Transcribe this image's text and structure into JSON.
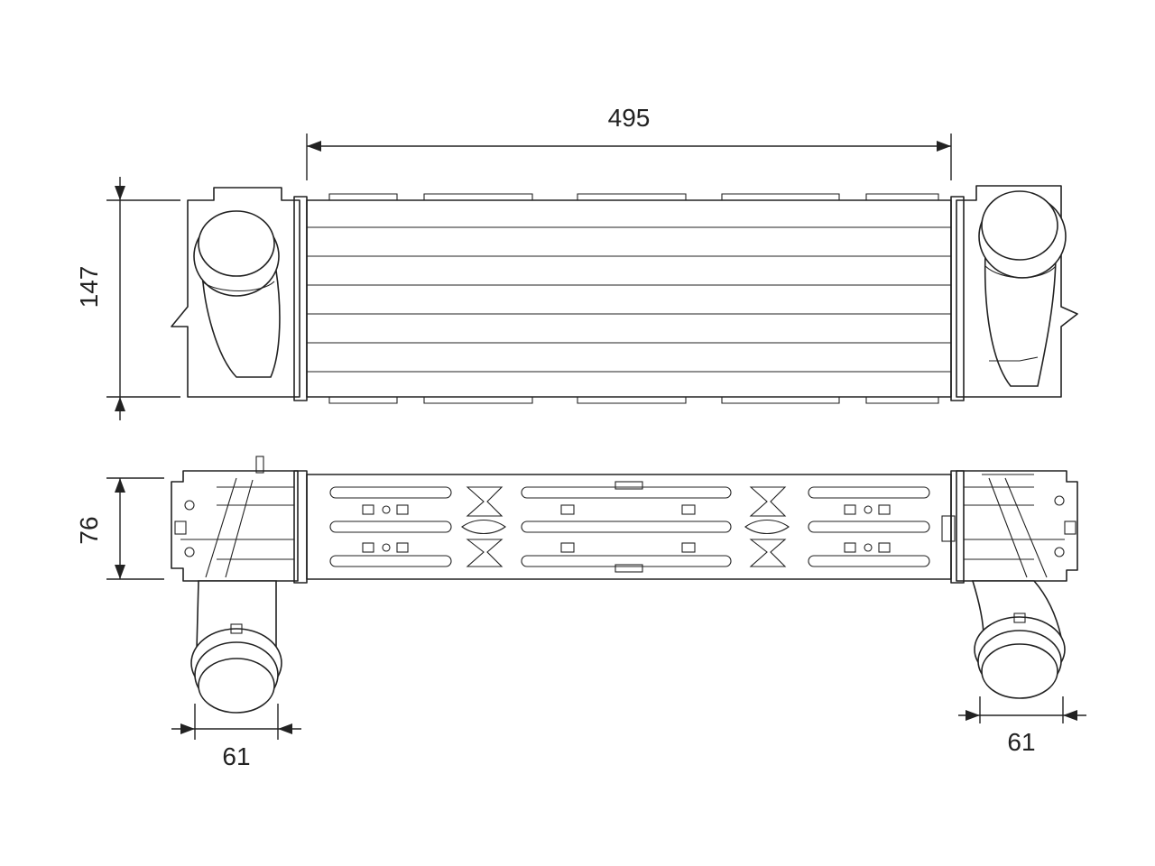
{
  "dimensions": {
    "top_length": "495",
    "top_height": "147",
    "bottom_depth": "76",
    "left_pipe_diameter": "61",
    "right_pipe_diameter": "61"
  },
  "colors": {
    "line": "#222222",
    "background": "#ffffff"
  }
}
